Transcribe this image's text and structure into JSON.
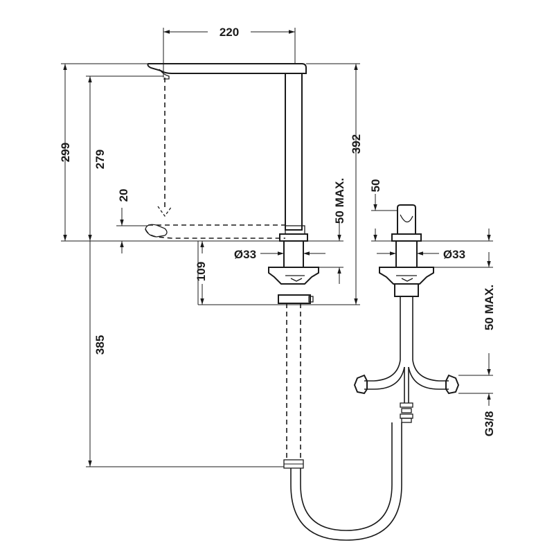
{
  "dimensions": {
    "spout_reach": "220",
    "total_height": "299",
    "spout_height": "279",
    "flow_drop": "20",
    "main_height": "392",
    "deck_thickness_left": "50 MAX.",
    "shank_height": "109",
    "hose_length": "385",
    "handle_height": "50",
    "body_diameter_left": "Ø33",
    "body_diameter_right": "Ø33",
    "deck_thickness_right": "50 MAX.",
    "connection_thread": "G3/8"
  },
  "colors": {
    "line": "#1a1a1a",
    "background": "#ffffff"
  }
}
